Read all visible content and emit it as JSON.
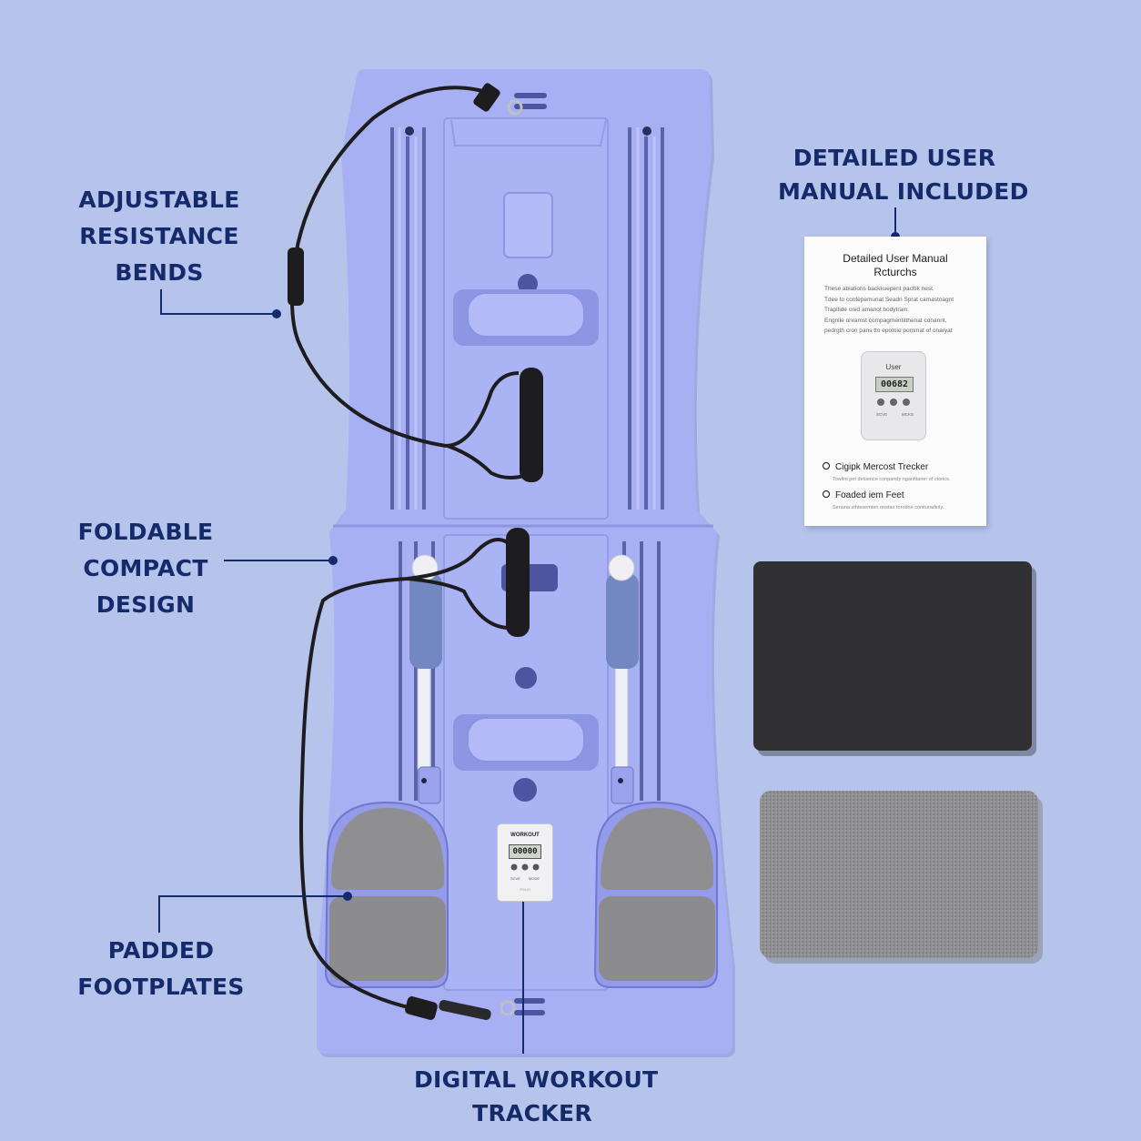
{
  "callouts": {
    "resistance": [
      "ADJUSTABLE",
      "RESISTANCE",
      "BENDS"
    ],
    "foldable": [
      "FOLDABLE",
      "COMPACT",
      "DESIGN"
    ],
    "footplates": [
      "PADDED",
      "FOOTPLATES"
    ],
    "tracker": [
      "DIGITAL WORKOUT",
      "TRACKER"
    ],
    "manual": [
      "DETAILED USER",
      "MANUAL INCLUDED"
    ]
  },
  "manual_card": {
    "title": [
      "Detailed User Manual",
      "Rcturchs"
    ],
    "lines": [
      "These abiations backkuepent pacltik nest.",
      "Tdee to contepemunat Seadn Sprat camastoagnt",
      "Trapltide onid amanot bodytrain.",
      "Engnlle onramst compagmentitthenat conannt,",
      "pedrgth cron pans tto epotoie pommat of onaryat"
    ],
    "device_label": "User",
    "device_display": "00682",
    "device_keys": [
      "SCVE",
      "MCKS"
    ],
    "features": [
      {
        "title": "Cigipk Mercost Trecker",
        "desc": "Towlint pet deloence conpandy nganfitaner of ctorics."
      },
      {
        "title": "Foaded iem Feet",
        "desc": "Senuna sthtesemten onstao torodne conituradioly."
      }
    ]
  },
  "tracker_unit": {
    "label": "WORKOUT",
    "display": "00000",
    "keys": [
      "SCVE",
      "MODE"
    ],
    "footer": "PGLM"
  },
  "colors": {
    "background": "#b6c4ec",
    "board": "#a7b0f2",
    "label_text": "#142a6b",
    "band": "#1d1d1f",
    "pad_gray": "#8c8c8f",
    "mat_dark": "#2f2f31",
    "mat_carpet": "#8e8e90"
  }
}
